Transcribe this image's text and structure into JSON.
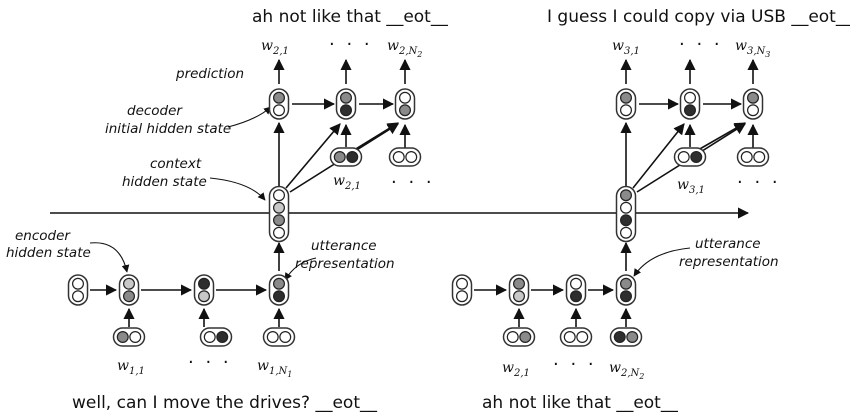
{
  "sentences": {
    "top_left": "ah not like that __eot__",
    "top_right": "I guess I could copy via USB __eot__",
    "bottom_left": "well, can I move the drives? __eot__",
    "bottom_right": "ah not like that __eot__"
  },
  "annotations": {
    "prediction": "prediction",
    "decoder_1": "decoder",
    "decoder_2": "initial hidden state",
    "context_1": "context",
    "context_2": "hidden state",
    "encoder_1": "encoder",
    "encoder_2": "hidden state",
    "utterance_1": "utterance",
    "utterance_2": "representation"
  },
  "labels": {
    "w": "w",
    "ellipsis": "· · ·",
    "sub_w11": "1,1",
    "sub_w1N": "1,N",
    "sub_w1N_idx": "1",
    "sub_w21": "2,1",
    "sub_w2N": "2,N",
    "sub_w2N_idx": "2",
    "sub_w31": "3,1",
    "sub_w3N": "3,N",
    "sub_w3N_idx": "3"
  }
}
